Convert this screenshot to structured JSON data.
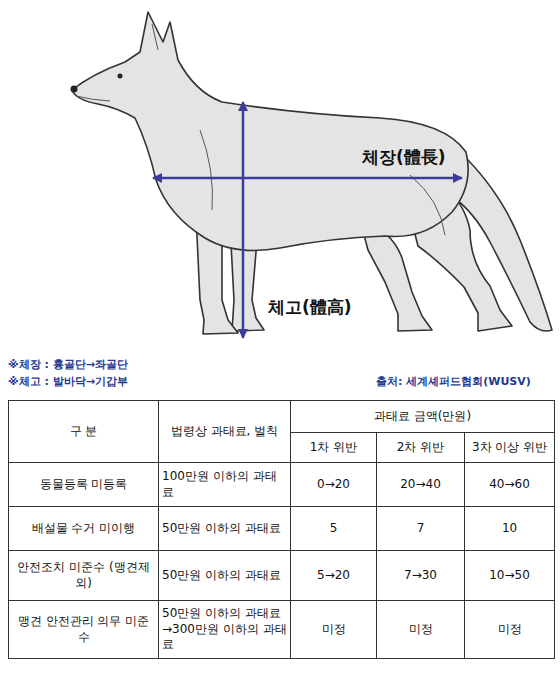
{
  "diagram": {
    "labels": [
      "체장(體長)",
      "체고(體高)",
      "※체장 : 흉골단→좌골단",
      "※체고 : 발바닥→기갑부",
      "출처: 세계셰퍼드협회(WUSV)",
      "구 분",
      "법령상 과태료, 벌칙",
      "과태료 금액(만원)",
      "1차 위반",
      "2차 위반",
      "3차 이상 위반",
      "동물등록 미등록",
      "100만원 이하의 과태료",
      "0→20",
      "20→40",
      "40→60",
      "배설물 수거 미이행",
      "50만원 이하의 과태료",
      "5",
      "7",
      "10",
      "안전조치 미준수 (맹견제외)",
      "50만원 이하의 과태료",
      "5→20",
      "7→30",
      "10→50",
      "맹견 안전관리 의무 미준수",
      "50만원 이하의 과태료 →300만원 이하의 과태료",
      "미정",
      "미정",
      "미정"
    ]
  }
}
